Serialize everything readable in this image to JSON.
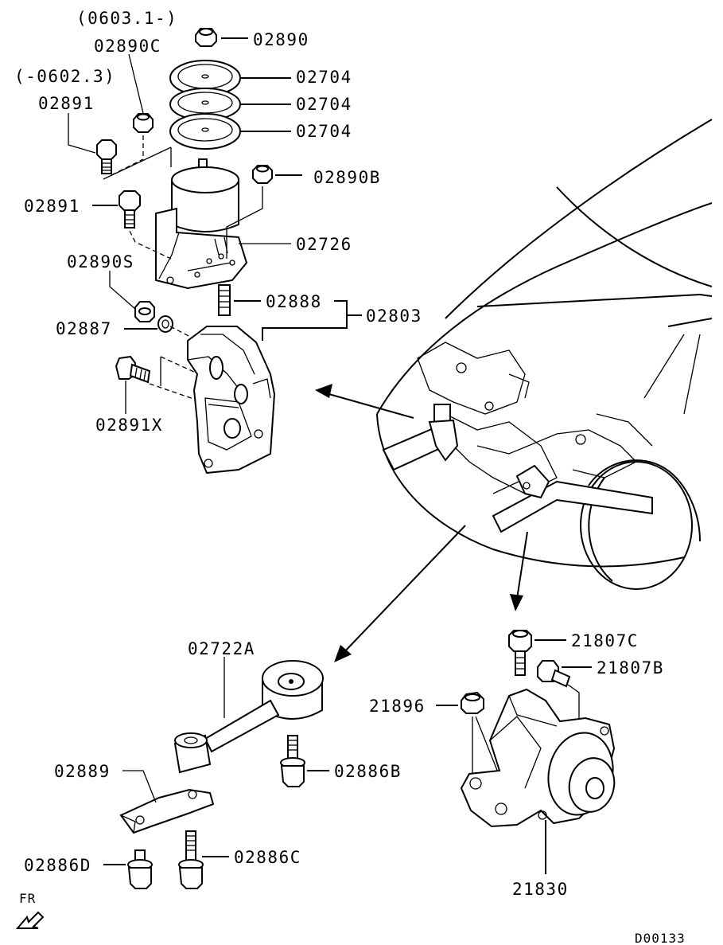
{
  "labels": {
    "note_0603": "(0603.1-)",
    "p02890": "02890",
    "p02890C": "02890C",
    "note_0602": "(-0602.3)",
    "p02704_a": "02704",
    "p02704_b": "02704",
    "p02704_c": "02704",
    "p02891_top": "02891",
    "p02890B": "02890B",
    "p02891_mid": "02891",
    "p02726": "02726",
    "p02890S": "02890S",
    "p02888": "02888",
    "p02803": "02803",
    "p02887": "02887",
    "p02891X": "02891X",
    "p02722A": "02722A",
    "p21807C": "21807C",
    "p21807B": "21807B",
    "p21896": "21896",
    "p02889": "02889",
    "p02886B": "02886B",
    "p02886C": "02886C",
    "p02886D": "02886D",
    "p21830": "21830",
    "fr": "FR",
    "code": "D00133"
  }
}
